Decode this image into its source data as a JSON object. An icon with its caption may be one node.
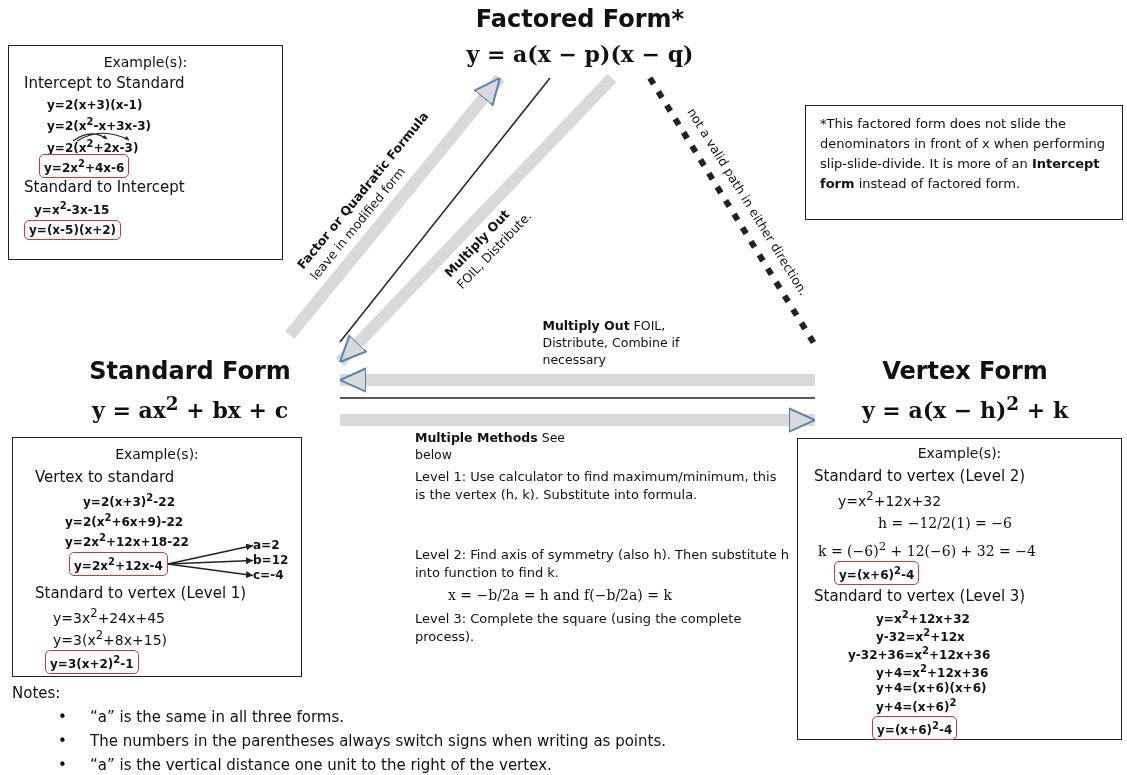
{
  "diagram": {
    "nodes": [
      {
        "text": [
          "Factored Form*",
          "y = a(x − p)(x − q)"
        ]
      },
      {
        "text": [
          "Example(s):",
          "Intercept to Standard",
          "y=2(x+3)(x-1)",
          "y=2(x$^{2}$-x+3x-3)",
          "y=2(x$^{2}$+2x-3)",
          "Standard to Intercept",
          "y=x$^{2}$-3x-15"
        ]
      },
      {
        "text": [
          "y=2x$^{2}$+4x-6"
        ],
        "in": 1
      },
      {
        "text": [
          "y=(x-5)(x+2)"
        ],
        "in": 1
      },
      {
        "text": [
          "*This factored form does not slide the denominators in front of x when performing slip-slide-divide. It is more of an **Intercept form** instead of factored form."
        ]
      },
      {
        "text": [
          "Standard Form",
          "y = ax$^{2}$ + bx + c"
        ]
      },
      {
        "text": [
          "Vertex Form",
          "y = a(x − h)$^{2}$ + k"
        ]
      },
      {
        "text": [
          "Example(s):",
          "Vertex to standard",
          "y=2(x+3)$^{2}$-22",
          "y=2(x$^{2}$+6x+9)-22",
          "y=2x$^{2}$+12x+18-22",
          "Standard to vertex (Level 1)",
          "y=3x$^{2}$+24x+45",
          "y=3(x$^{2}$+8x+15)"
        ]
      },
      {
        "text": [
          "y=2x$^{2}$+12x-4"
        ],
        "in": 7
      },
      {
        "text": [
          "a=2"
        ],
        "in": 7
      },
      {
        "text": [
          "b=12"
        ],
        "in": 7
      },
      {
        "text": [
          "c=-4"
        ],
        "in": 7
      },
      {
        "text": [
          "y=3(x+2)$^{2}$-1"
        ],
        "in": 7
      },
      {
        "text": [
          "Example(s):",
          "Standard to vertex (Level 2)",
          "y=x$^{2}$+12x+32",
          "h = −12/2(1) = −6",
          "k = (−6)$^{2}$ + 12(−6) + 32 = −4",
          "Standard to vertex (Level 3)",
          "y=x$^{2}$+12x+32",
          "y-32=x$^{2}$+12x",
          "y-32+36=x$^{2}$+12x+36",
          "y+4=x$^{2}$+12x+36",
          "y+4=(x+6)(x+6)",
          "y+4=(x+6)$^{2}$"
        ]
      },
      {
        "text": [
          "y=(x+6)$^{2}$-4"
        ],
        "in": 13
      },
      {
        "text": [
          "y=(x+6)$^{2}$-4"
        ],
        "in": 13
      }
    ],
    "edges": [
      {
        "from": 0,
        "to": 5,
        "arrow": "none"
      },
      {
        "from": 5,
        "to": 6,
        "arrow": "none"
      },
      {
        "from": 0,
        "to": 6,
        "arrow": "none",
        "style": "dashed",
        "label": "not a valid path in either direction."
      },
      {
        "from": 5,
        "to": 0,
        "arrow": "to",
        "style": "thick",
        "color": "#d9d9d9",
        "label": "**Factor or Quadratic Formula** leave in modified form"
      },
      {
        "from": 0,
        "to": 5,
        "arrow": "to",
        "style": "thick",
        "color": "#d9d9d9",
        "label": "**Multiply Out** FOIL, Distribute."
      },
      {
        "from": 6,
        "to": 5,
        "arrow": "to",
        "style": "thick",
        "color": "#d9d9d9",
        "label": "**Multiply Out** FOIL, Distribute, Combine if necessary"
      },
      {
        "from": 5,
        "to": 6,
        "arrow": "to",
        "style": "thick",
        "color": "#d9d9d9",
        "label": "**Multiple Methods** See below"
      },
      {
        "from": 8,
        "to": 9,
        "arrow": "to"
      },
      {
        "from": 8,
        "to": 10,
        "arrow": "to"
      },
      {
        "from": 8,
        "to": 11,
        "arrow": "to"
      }
    ],
    "labels": [
      "Level 1: Use calculator to find maximum/minimum, this is the vertex (h, k). Substitute into formula.",
      "Level 2: Find axis of symmetry (also h). Then substitute h into function to find k.",
      "x = −b/2a = h and f(−b/2a) = k",
      "Level 3: Complete the square (using the complete process).",
      "Notes:",
      "•",
      "“a” is the same in all three forms.",
      "•",
      "The numbers in the parentheses always switch signs when writing as points.",
      "•",
      "“a” is the vertical distance one unit to the right of the vertex."
    ]
  }
}
